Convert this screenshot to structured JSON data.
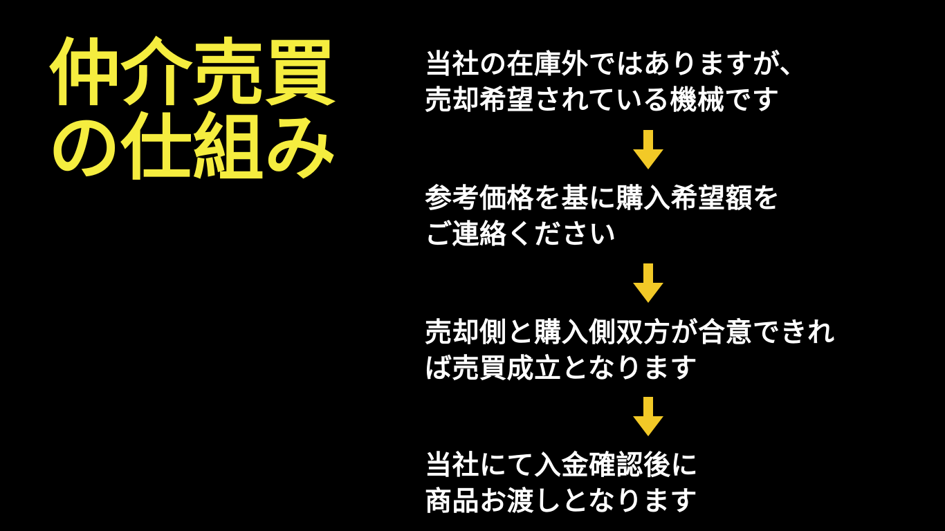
{
  "slide": {
    "background_color": "#000000",
    "title_color": "#F5ED3F",
    "body_text_color": "#FFFFFF",
    "arrow_color": "#F2C927"
  },
  "title": {
    "line1": "仲介売買",
    "line2": "の仕組み"
  },
  "flow": {
    "arrow_icon_name": "arrow-down-icon",
    "steps": [
      {
        "line1": "当社の在庫外ではありますが、",
        "line2": "売却希望されている機械です"
      },
      {
        "line1": "参考価格を基に購入希望額を",
        "line2": "ご連絡ください"
      },
      {
        "line1": "売却側と購入側双方が合意できれ",
        "line2": "ば売買成立となります"
      },
      {
        "line1": "当社にて入金確認後に",
        "line2": "商品お渡しとなります"
      }
    ]
  }
}
